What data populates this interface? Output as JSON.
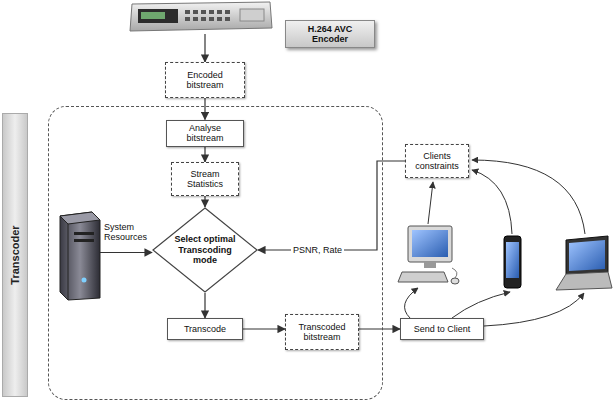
{
  "diagram": {
    "nodes": [
      {
        "text": [
          "H.264 AVC Encoder"
        ]
      },
      {
        "text": [
          "Encoded bitstream"
        ]
      },
      {
        "text": [
          "Transcoder"
        ]
      },
      {
        "text": [
          "Analyse bitstream"
        ],
        "in": 2
      },
      {
        "text": [
          "Stream Statistics"
        ],
        "in": 2
      },
      {
        "text": [
          "Clients constraints"
        ]
      },
      {
        "text": [
          "System Resources"
        ],
        "in": 2
      },
      {
        "text": [
          "Select optimal Transcoding mode"
        ],
        "in": 2
      },
      {
        "text": [
          "Transcode"
        ],
        "in": 2
      },
      {
        "text": [
          "Transcoded bitstream"
        ],
        "in": 2
      },
      {
        "text": [
          "Send to Client"
        ]
      }
    ],
    "edges": [
      {
        "from": 0,
        "to": 1,
        "arrow": "to"
      },
      {
        "from": 1,
        "to": 3,
        "arrow": "to"
      },
      {
        "from": 3,
        "to": 4,
        "arrow": "to"
      },
      {
        "from": 4,
        "to": 7,
        "arrow": "to"
      },
      {
        "from": 6,
        "to": 7,
        "arrow": "to"
      },
      {
        "from": 5,
        "to": 7,
        "label": "PSNR, Rate",
        "arrow": "to"
      },
      {
        "from": 7,
        "to": 8,
        "arrow": "to"
      },
      {
        "from": 8,
        "to": 9,
        "arrow": "to"
      },
      {
        "from": 9,
        "to": 10,
        "arrow": "to"
      }
    ]
  }
}
